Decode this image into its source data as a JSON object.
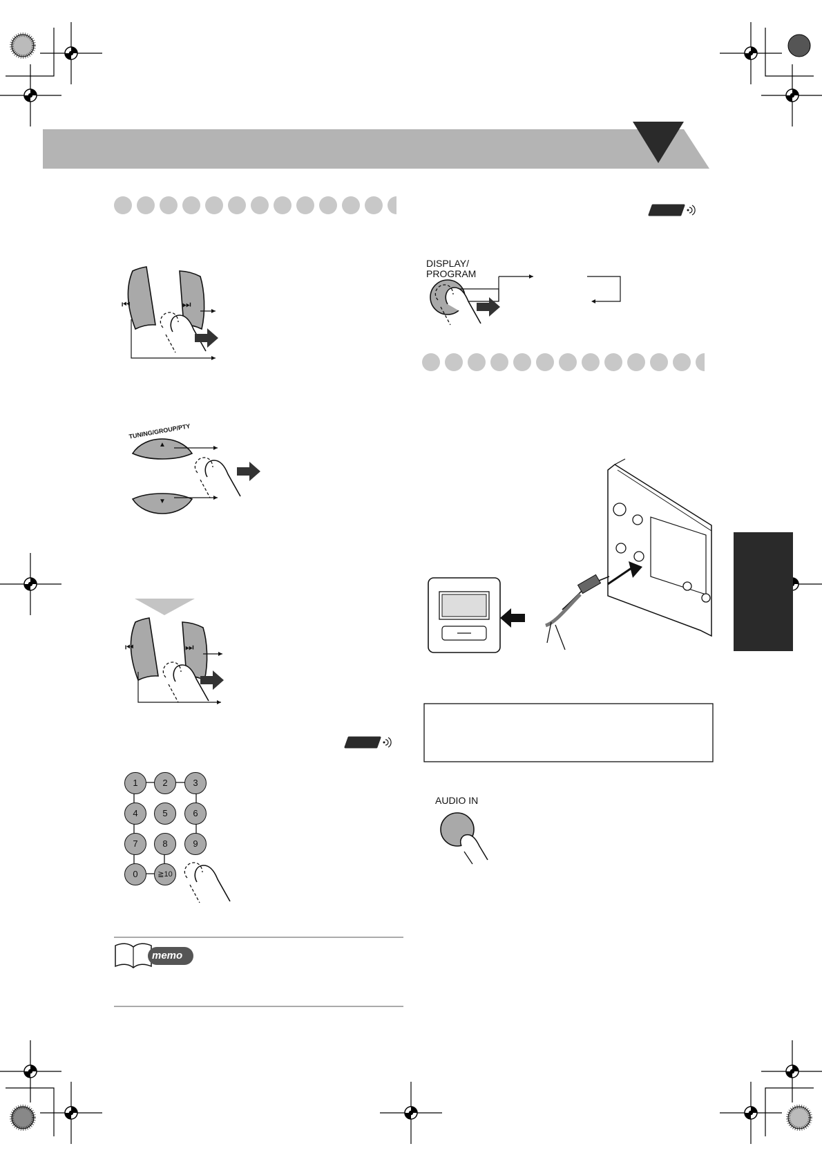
{
  "buttons": {
    "display_program": "DISPLAY/\nPROGRAM",
    "tuning_group_pty": "TUNING/GROUP/PTY",
    "audio_in": "AUDIO IN",
    "prev_icon": "⏮",
    "next_icon": "⏭",
    "up_icon": "▲",
    "down_icon": "▼"
  },
  "numpad": {
    "keys": [
      "1",
      "2",
      "3",
      "4",
      "5",
      "6",
      "7",
      "8",
      "9",
      "0",
      "≧10"
    ]
  },
  "memo": {
    "label": "memo"
  },
  "icons": [
    "remote-control-icon",
    "book-icon",
    "finger-press-icon",
    "arrow-icon",
    "registration-mark-icon",
    "audio-cable-icon"
  ],
  "colors": {
    "header_band": "#b4b4b4",
    "button_gray": "#a9a9a9",
    "dark": "#2a2a2a"
  }
}
